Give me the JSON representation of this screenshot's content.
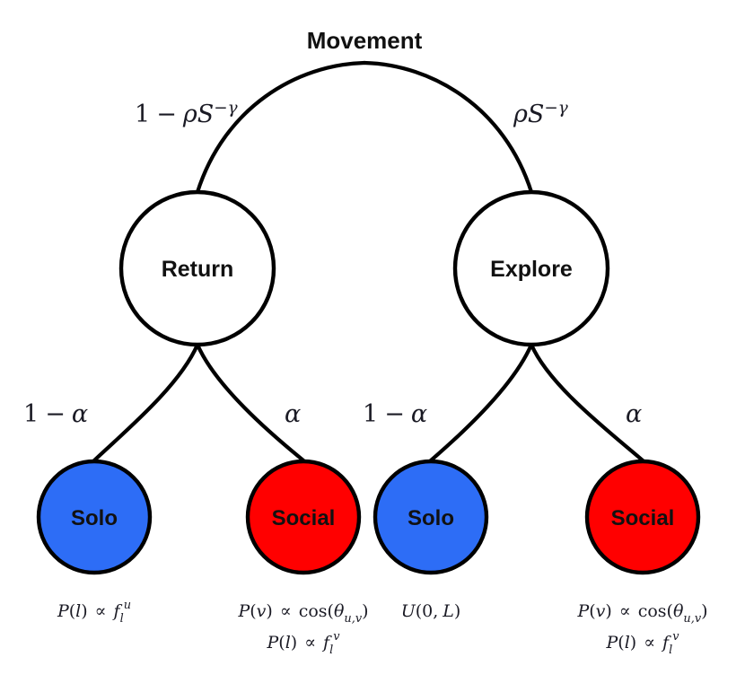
{
  "diagram": {
    "title": "Movement",
    "root": {
      "label": "Movement",
      "name": "root-node-movement"
    },
    "branch_nodes": [
      {
        "label": "Return",
        "name": "branch-node-return",
        "fill": "#ffffff"
      },
      {
        "label": "Explore",
        "name": "branch-node-explore",
        "fill": "#ffffff"
      }
    ],
    "top_edges": [
      {
        "name": "edge-prob-return",
        "parts": [
          "1",
          "−",
          "ρ",
          "S",
          "−γ"
        ],
        "plain": "1 − ρS^{−γ}"
      },
      {
        "name": "edge-prob-explore",
        "parts": [
          "ρ",
          "S",
          "−γ"
        ],
        "plain": "ρS^{−γ}"
      }
    ],
    "bottom_edges": [
      {
        "name": "edge-prob-return-solo",
        "plain": "1 − α"
      },
      {
        "name": "edge-prob-return-social",
        "plain": "α"
      },
      {
        "name": "edge-prob-explore-solo",
        "plain": "1 − α"
      },
      {
        "name": "edge-prob-explore-social",
        "plain": "α"
      }
    ],
    "leaf_nodes": [
      {
        "label": "Solo",
        "name": "leaf-node-return-solo",
        "fill": "#2d6df6",
        "formulas": [
          "P(l) ∝ f_l^u"
        ]
      },
      {
        "label": "Social",
        "name": "leaf-node-return-social",
        "fill": "#ff0000",
        "formulas": [
          "P(v) ∝ cos(θ_{u,v})",
          "P(l) ∝ f_l^v"
        ]
      },
      {
        "label": "Solo",
        "name": "leaf-node-explore-solo",
        "fill": "#2d6df6",
        "formulas": [
          "U(0, L)"
        ]
      },
      {
        "label": "Social",
        "name": "leaf-node-explore-social",
        "fill": "#ff0000",
        "formulas": [
          "P(v) ∝ cos(θ_{u,v})",
          "P(l) ∝ f_l^v"
        ]
      }
    ],
    "colors": {
      "solo": "#2d6df6",
      "social": "#ff0000",
      "stroke": "#000000",
      "background": "#ffffff",
      "text": "#111111"
    },
    "glyphs": {
      "minus": "−",
      "rho": "ρ",
      "gamma": "γ",
      "alpha": "α",
      "theta": "θ",
      "propto": "∝",
      "one": "1",
      "S": "S",
      "P": "P",
      "U": "U",
      "L": "L",
      "f": "f",
      "l": "l",
      "u": "u",
      "v": "v",
      "cos": "cos",
      "lparen": "(",
      "rparen": ")",
      "comma": ",",
      "zero": "0"
    }
  }
}
